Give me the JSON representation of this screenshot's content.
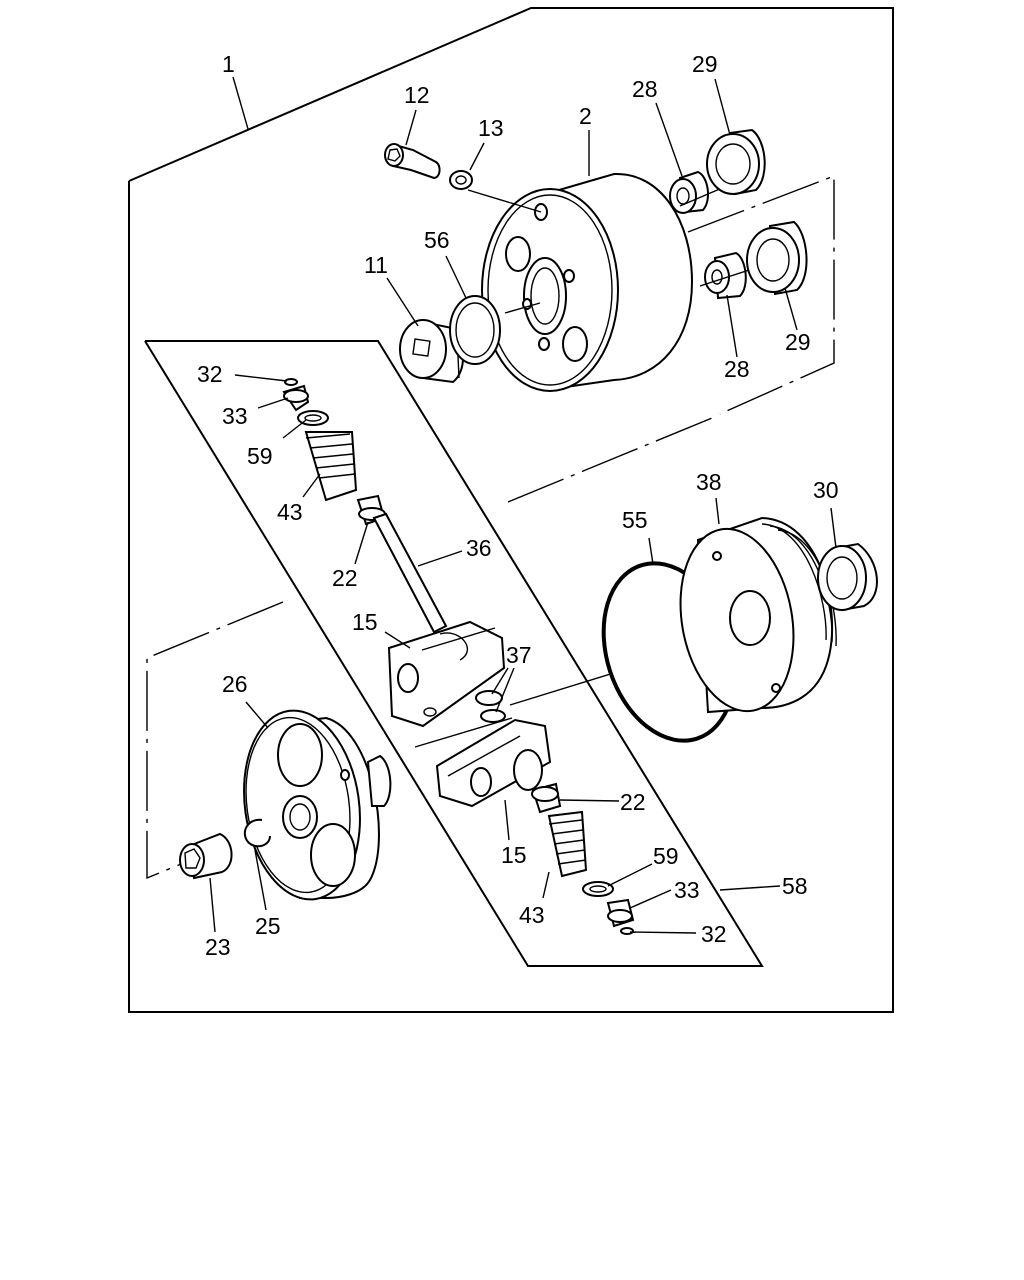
{
  "callouts": {
    "c1": "1",
    "c2": "2",
    "c11": "11",
    "c12": "12",
    "c13": "13",
    "c28a": "28",
    "c28b": "28",
    "c29a": "29",
    "c29b": "29",
    "c56": "56",
    "c32a": "32",
    "c33a": "33",
    "c59a": "59",
    "c43a": "43",
    "c22a": "22",
    "c36": "36",
    "c15a": "15",
    "c37": "37",
    "c55": "55",
    "c38": "38",
    "c30": "30",
    "c26": "26",
    "c23": "23",
    "c25": "25",
    "c22b": "22",
    "c15b": "15",
    "c59b": "59",
    "c43b": "43",
    "c33b": "33",
    "c58": "58",
    "c32b": "32"
  },
  "parts": [
    "pump-body",
    "plug",
    "o-ring",
    "bolt",
    "washer",
    "seal-28",
    "seal-29",
    "spring",
    "rod",
    "valve-block",
    "cover",
    "gasket-ring",
    "bushing",
    "end-plate",
    "sleeve",
    "snap-ring"
  ],
  "colors": {
    "line": "#000000",
    "background": "#ffffff"
  }
}
